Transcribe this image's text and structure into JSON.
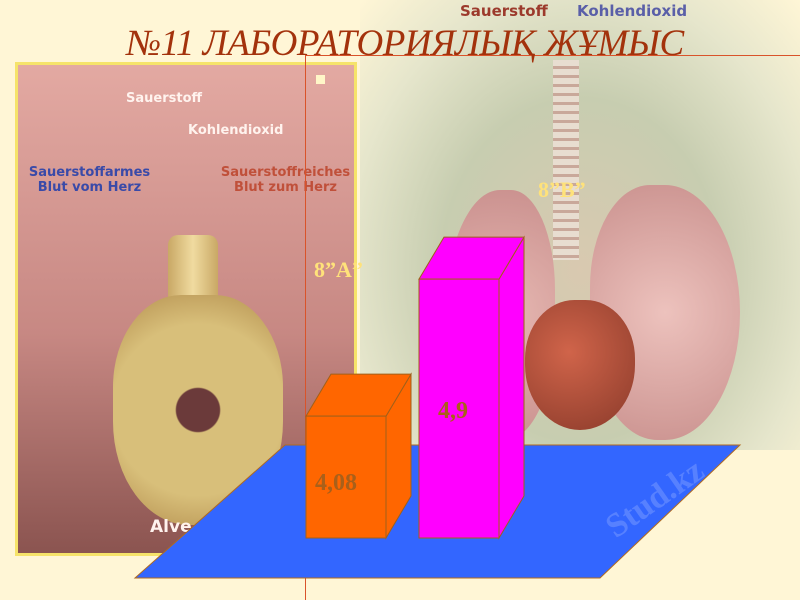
{
  "title": "№11 ЛАБОРАТОРИЯЛЫҚ ЖҰМЫС",
  "torso_image": {
    "label_oxygen": "Sauerstoff",
    "label_co2": "Kohlendioxid"
  },
  "alveolus_image": {
    "label_oxygen": "Sauerstoff",
    "label_co2": "Kohlendioxid",
    "label_deoxygenated": "Sauerstoffarmes Blut vom Herz",
    "label_oxygenated": "Sauerstoffreiches Blut zum Herz",
    "label_bottom": "Alve"
  },
  "watermark": "Stud.kz",
  "colors": {
    "floor": "#3366ff",
    "bar_a": "#ff6600",
    "bar_b": "#ff00ff",
    "category_label": "#ffe27a",
    "value_label": "#a9601a"
  },
  "chart_data": {
    "type": "bar",
    "style": "3d-column",
    "categories": [
      "8”A”",
      "8”B”"
    ],
    "values": [
      4.08,
      4.9
    ],
    "value_labels": [
      "4,08",
      "4,9"
    ],
    "title": "",
    "xlabel": "",
    "ylabel": "",
    "grid": false
  }
}
